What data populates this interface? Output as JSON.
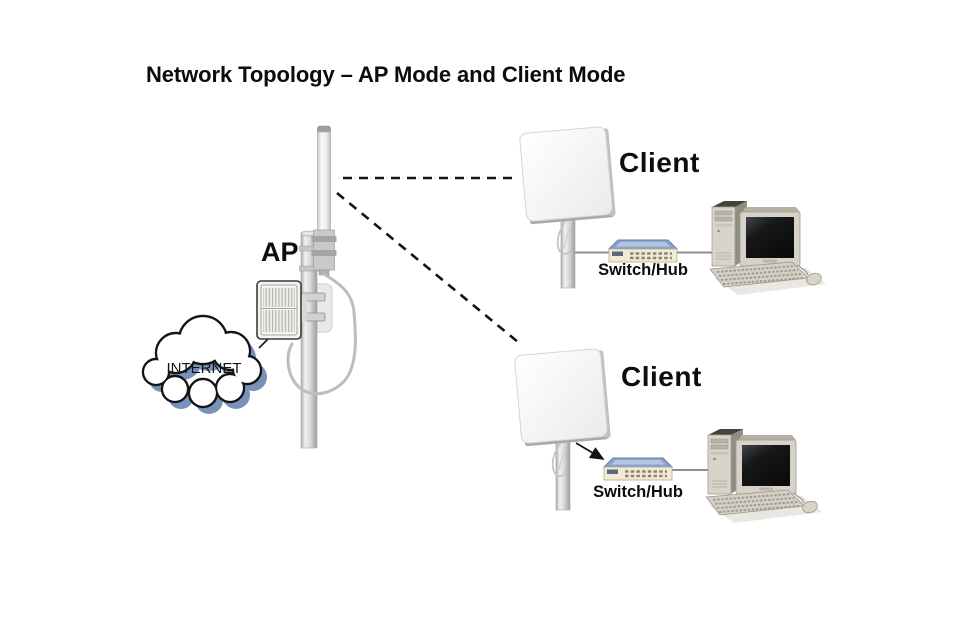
{
  "page": {
    "title": "Network Topology – AP Mode and Client Mode"
  },
  "diagram": {
    "internet": {
      "label": "INTERNET"
    },
    "ap": {
      "label": "AP"
    },
    "clients": [
      {
        "label": "Client",
        "switch_label": "Switch/Hub"
      },
      {
        "label": "Client",
        "switch_label": "Switch/Hub"
      }
    ],
    "colors": {
      "background": "#ffffff",
      "text": "#0d0d0d",
      "outline": "#141414",
      "cloud_shadow": "#7792b8",
      "switch_top": "#8ba3cf",
      "connection_line": "#8e8e8e"
    }
  }
}
